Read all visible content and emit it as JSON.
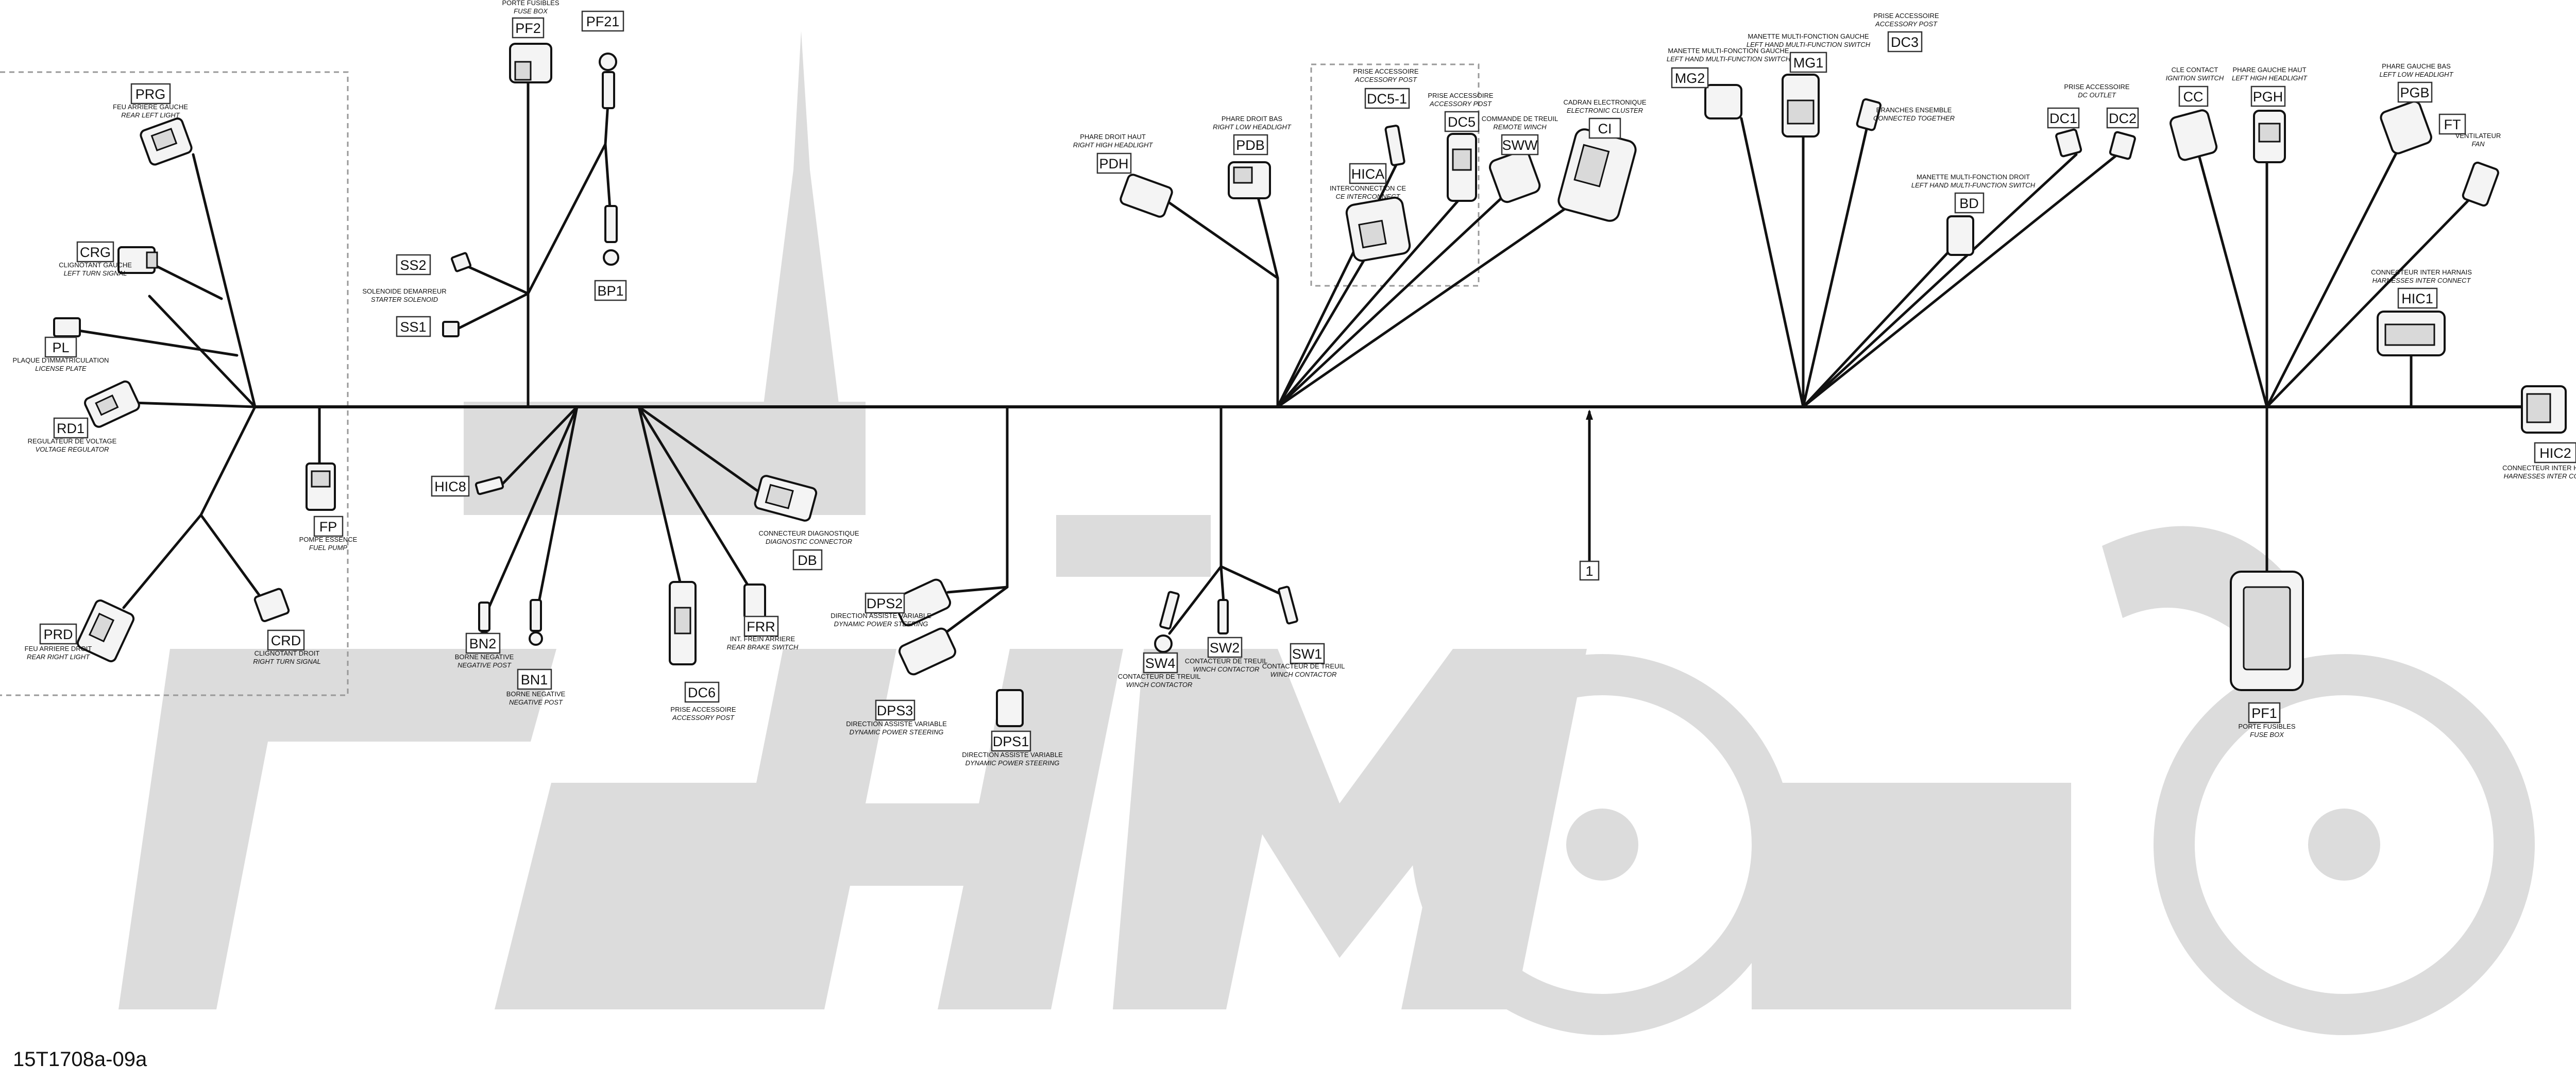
{
  "figure_id": "15T1708a-09a",
  "callout": "1",
  "watermark": "AeHMomo",
  "components": {
    "PF2": {
      "code": "PF2",
      "fr": "PORTE FUSIBLES",
      "en": "FUSE BOX"
    },
    "PF21": {
      "code": "PF21"
    },
    "BP1": {
      "code": "BP1"
    },
    "PRG": {
      "code": "PRG",
      "fr": "FEU ARRIERE GAUCHE",
      "en": "REAR LEFT LIGHT"
    },
    "CRG": {
      "code": "CRG",
      "fr": "CLIGNOTANT GAUCHE",
      "en": "LEFT TURN SIGNAL"
    },
    "PL": {
      "code": "PL",
      "fr": "PLAQUE D'IMMATRICULATION",
      "en": "LICENSE PLATE"
    },
    "RD1": {
      "code": "RD1",
      "fr": "REGULATEUR DE VOLTAGE",
      "en": "VOLTAGE REGULATOR"
    },
    "FP": {
      "code": "FP",
      "fr": "POMPE ESSENCE",
      "en": "FUEL PUMP"
    },
    "PRD": {
      "code": "PRD",
      "fr": "FEU ARRIERE DROIT",
      "en": "REAR RIGHT LIGHT"
    },
    "CRD": {
      "code": "CRD",
      "fr": "CLIGNOTANT DROIT",
      "en": "RIGHT TURN SIGNAL"
    },
    "SS2": {
      "code": "SS2"
    },
    "SS1": {
      "code": "SS1"
    },
    "SS": {
      "fr": "SOLENOIDE DEMARREUR",
      "en": "STARTER SOLENOID"
    },
    "HIC8": {
      "code": "HIC8"
    },
    "BN2": {
      "code": "BN2",
      "fr": "BORNE NEGATIVE",
      "en": "NEGATIVE POST"
    },
    "BN1": {
      "code": "BN1",
      "fr": "BORNE NEGATIVE",
      "en": "NEGATIVE POST"
    },
    "DC6": {
      "code": "DC6",
      "fr": "PRISE ACCESSOIRE",
      "en": "ACCESSORY POST"
    },
    "FRR": {
      "code": "FRR",
      "fr": "INT. FREIN ARRIERE",
      "en": "REAR BRAKE SWITCH"
    },
    "DB": {
      "code": "DB",
      "fr": "CONNECTEUR DIAGNOSTIQUE",
      "en": "DIAGNOSTIC CONNECTOR"
    },
    "DPS2": {
      "code": "DPS2",
      "fr": "DIRECTION ASSISTE VARIABLE",
      "en": "DYNAMIC POWER STEERING"
    },
    "DPS3": {
      "code": "DPS3",
      "fr": "DIRECTION ASSISTE VARIABLE",
      "en": "DYNAMIC POWER STEERING"
    },
    "DPS1": {
      "code": "DPS1",
      "fr": "DIRECTION ASSISTE VARIABLE",
      "en": "DYNAMIC POWER STEERING"
    },
    "SW4": {
      "code": "SW4",
      "fr": "CONTACTEUR DE TREUIL",
      "en": "WINCH CONTACTOR"
    },
    "SW2": {
      "code": "SW2",
      "fr": "CONTACTEUR DE TREUIL",
      "en": "WINCH CONTACTOR"
    },
    "SW1": {
      "code": "SW1",
      "fr": "CONTACTEUR DE TREUIL",
      "en": "WINCH CONTACTOR"
    },
    "PDH": {
      "code": "PDH",
      "fr": "PHARE DROIT HAUT",
      "en": "RIGHT HIGH HEADLIGHT"
    },
    "PDB": {
      "code": "PDB",
      "fr": "PHARE DROIT BAS",
      "en": "RIGHT LOW HEADLIGHT"
    },
    "DC51": {
      "code": "DC5-1",
      "fr": "PRISE ACCESSOIRE",
      "en": "ACCESSORY POST"
    },
    "DC5": {
      "code": "DC5",
      "fr": "PRISE ACCESSOIRE",
      "en": "ACCESSORY POST"
    },
    "HICA": {
      "code": "HICA",
      "fr": "INTERCONNECTION CE",
      "en": "CE INTERCONNECT"
    },
    "SWW": {
      "code": "SWW",
      "fr": "COMMANDE DE TREUIL",
      "en": "REMOTE WINCH"
    },
    "CI": {
      "code": "CI",
      "fr": "CADRAN ELECTRONIQUE",
      "en": "ELECTRONIC CLUSTER"
    },
    "MG2": {
      "code": "MG2",
      "fr": "MANETTE MULTI-FONCTION GAUCHE",
      "en": "LEFT HAND MULTI-FUNCTION SWITCH"
    },
    "MG1": {
      "code": "MG1",
      "fr": "MANETTE MULTI-FONCTION GAUCHE",
      "en": "LEFT HAND MULTI-FUNCTION SWITCH"
    },
    "DC3": {
      "code": "DC3",
      "fr": "PRISE ACCESSOIRE",
      "en": "ACCESSORY POST"
    },
    "BR": {
      "fr": "BRANCHES ENSEMBLE",
      "en": "CONNECTED TOGETHER"
    },
    "BD": {
      "code": "BD",
      "fr": "MANETTE MULTI-FONCTION DROIT",
      "en": "LEFT HAND MULTI-FUNCTION SWITCH"
    },
    "DC1": {
      "code": "DC1"
    },
    "DC2": {
      "code": "DC2"
    },
    "DCO": {
      "fr": "PRISE ACCESSOIRE",
      "en": "DC OUTLET"
    },
    "CC": {
      "code": "CC",
      "fr": "CLE CONTACT",
      "en": "IGNITION SWITCH"
    },
    "PGH": {
      "code": "PGH",
      "fr": "PHARE GAUCHE HAUT",
      "en": "LEFT HIGH HEADLIGHT"
    },
    "PGB": {
      "code": "PGB",
      "fr": "PHARE GAUCHE BAS",
      "en": "LEFT LOW HEADLIGHT"
    },
    "FT": {
      "code": "FT",
      "fr": "VENTILATEUR",
      "en": "FAN"
    },
    "HIC1": {
      "code": "HIC1",
      "fr": "CONNECTEUR INTER HARNAIS",
      "en": "HARNESSES INTER CONNECT"
    },
    "HIC2": {
      "code": "HIC2",
      "fr": "CONNECTEUR INTER HARNAIS",
      "en": "HARNESSES INTER CONNECT"
    },
    "PF1": {
      "code": "PF1",
      "fr": "PORTE FUSIBLES",
      "en": "FUSE BOX"
    }
  }
}
